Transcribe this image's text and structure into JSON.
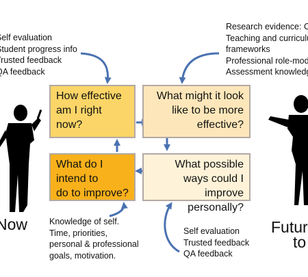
{
  "notes": {
    "top_left": [
      "Self evaluation",
      "Student progress info",
      "Trusted feedback",
      "QA feedback"
    ],
    "top_right": [
      "Research evidence: CPD",
      "Teaching and curriculum",
      "frameworks",
      "Professional role-models",
      "Assessment knowledge"
    ],
    "bottom_left": [
      "Knowledge of self.",
      "Time, priorities,",
      "personal & professional",
      "goals, motivation."
    ],
    "bottom_right": [
      "Self evaluation",
      "Trusted feedback",
      "QA feedback"
    ]
  },
  "boxes": {
    "top_left": [
      "How effective",
      "am I right",
      "now?"
    ],
    "top_right": [
      "What might it look",
      "like to be more",
      "effective?"
    ],
    "bottom_left": [
      "What do I",
      "intend to",
      "do to improve?"
    ],
    "bottom_right": [
      "What possible",
      "ways could I",
      "improve personally?"
    ]
  },
  "labels": {
    "now": "Now",
    "future": "Future",
    "future_sub": "to"
  },
  "colors": {
    "box_top_left": "#fbd567",
    "box_top_right": "#fde7ba",
    "box_bottom_left": "#f8b11b",
    "box_bottom_right": "#fef3d8",
    "arrow": "#4a72b0"
  }
}
